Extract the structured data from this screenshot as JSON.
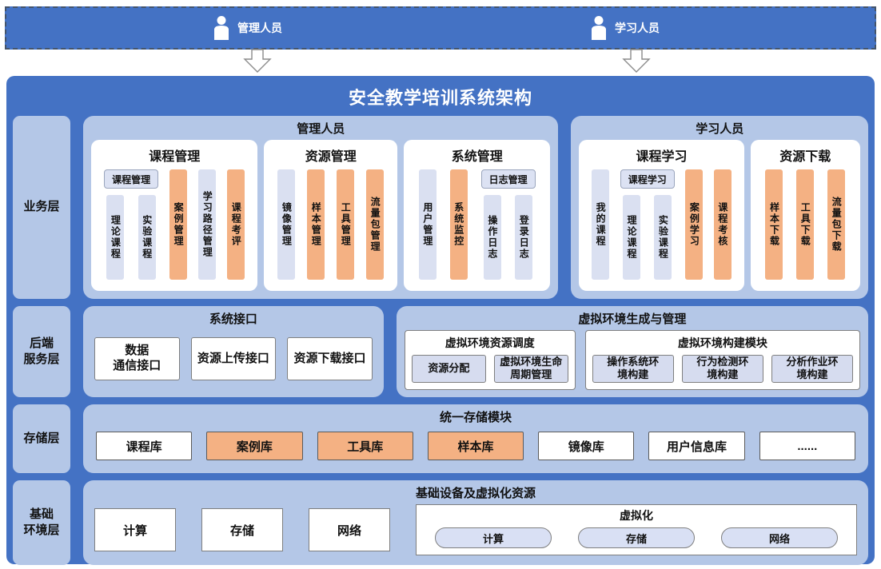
{
  "top_bar": {
    "admin": {
      "label": "管理人员"
    },
    "learner": {
      "label": "学习人员"
    }
  },
  "title": "安全教学培训系统架构",
  "colors": {
    "primary_blue": "#4472C4",
    "panel_light_blue": "#B4C7E7",
    "bar_lavender": "#DAE0F1",
    "bar_orange": "#F4B183",
    "dashed_border": "#44546A"
  },
  "layers": {
    "business": {
      "label": "业务层",
      "admin_panel": {
        "title": "管理人员",
        "course_mgmt": {
          "title": "课程管理",
          "chip": "课程管理",
          "chip_bars": [
            {
              "label": "理论课程",
              "color": "lavender"
            },
            {
              "label": "实验课程",
              "color": "lavender"
            }
          ],
          "bars": [
            {
              "label": "案例管理",
              "color": "orange"
            },
            {
              "label": "学习路径管理",
              "color": "lavender"
            },
            {
              "label": "课程考评",
              "color": "orange"
            }
          ]
        },
        "resource_mgmt": {
          "title": "资源管理",
          "bars": [
            {
              "label": "镜像管理",
              "color": "lavender"
            },
            {
              "label": "样本管理",
              "color": "orange"
            },
            {
              "label": "工具管理",
              "color": "orange"
            },
            {
              "label": "流量包管理",
              "color": "orange"
            }
          ]
        },
        "system_mgmt": {
          "title": "系统管理",
          "bars": [
            {
              "label": "用户管理",
              "color": "lavender"
            },
            {
              "label": "系统监控",
              "color": "orange"
            }
          ],
          "chip": "日志管理",
          "chip_bars": [
            {
              "label": "操作日志",
              "color": "lavender"
            },
            {
              "label": "登录日志",
              "color": "lavender"
            }
          ]
        }
      },
      "learner_panel": {
        "title": "学习人员",
        "course_learn": {
          "title": "课程学习",
          "lead_bar": {
            "label": "我的课程",
            "color": "lavender"
          },
          "chip": "课程学习",
          "chip_bars": [
            {
              "label": "理论课程",
              "color": "lavender"
            },
            {
              "label": "实验课程",
              "color": "lavender"
            }
          ],
          "bars": [
            {
              "label": "案例学习",
              "color": "orange"
            },
            {
              "label": "课程考核",
              "color": "orange"
            }
          ]
        },
        "resource_download": {
          "title": "资源下载",
          "bars": [
            {
              "label": "样本下载",
              "color": "orange"
            },
            {
              "label": "工具下载",
              "color": "orange"
            },
            {
              "label": "流量包下载",
              "color": "orange"
            }
          ]
        }
      }
    },
    "backend": {
      "label": "后端\n服务层",
      "interface_panel": {
        "title": "系统接口",
        "boxes": [
          {
            "label": "数据\n通信接口"
          },
          {
            "label": "资源上传接口"
          },
          {
            "label": "资源下载接口"
          }
        ]
      },
      "virtual_env_panel": {
        "title": "虚拟环境生成与管理",
        "scheduling": {
          "title": "虚拟环境资源调度",
          "boxes": [
            {
              "label": "资源分配"
            },
            {
              "label": "虚拟环境生命\n周期管理"
            }
          ]
        },
        "construction": {
          "title": "虚拟环境构建模块",
          "boxes": [
            {
              "label": "操作系统环\n境构建"
            },
            {
              "label": "行为检测环\n境构建"
            },
            {
              "label": "分析作业环\n境构建"
            }
          ]
        }
      }
    },
    "storage": {
      "label": "存储层",
      "panel": {
        "title": "统一存储模块",
        "boxes": [
          {
            "label": "课程库",
            "color": "white"
          },
          {
            "label": "案例库",
            "color": "orange"
          },
          {
            "label": "工具库",
            "color": "orange"
          },
          {
            "label": "样本库",
            "color": "orange"
          },
          {
            "label": "镜像库",
            "color": "white"
          },
          {
            "label": "用户信息库",
            "color": "white"
          },
          {
            "label": "......",
            "color": "white"
          }
        ]
      }
    },
    "base": {
      "label": "基础\n环境层",
      "panel": {
        "title": "基础设备及虚拟化资源",
        "boxes": [
          {
            "label": "计算"
          },
          {
            "label": "存储"
          },
          {
            "label": "网络"
          }
        ],
        "virtualization": {
          "title": "虚拟化",
          "pills": [
            {
              "label": "计算"
            },
            {
              "label": "存储"
            },
            {
              "label": "网络"
            }
          ]
        }
      }
    }
  }
}
